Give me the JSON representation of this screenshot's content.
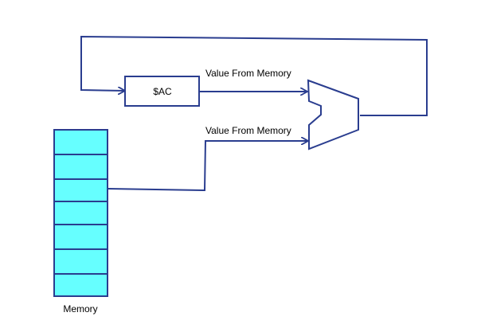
{
  "register": {
    "label": "$AC"
  },
  "alu": {
    "top_input_label": "Value From Memory",
    "bottom_input_label": "Value From Memory"
  },
  "memory": {
    "label": "Memory",
    "cell_count": 7
  },
  "colors": {
    "line": "#2a3d8f",
    "memory_cell_fill": "#66ffff",
    "background": "#ffffff"
  }
}
